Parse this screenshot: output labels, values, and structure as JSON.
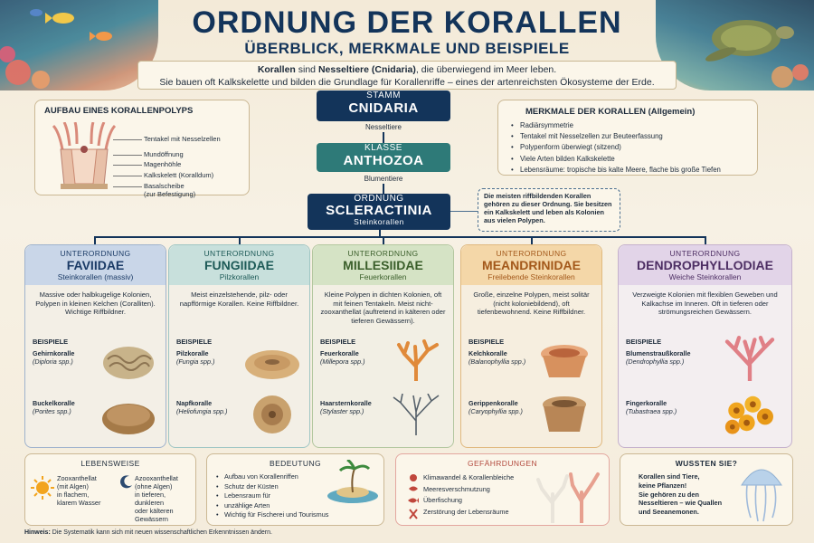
{
  "header": {
    "title": "ORDNUNG DER KORALLEN",
    "subtitle": "ÜBERBLICK, MERKMALE UND BEISPIELE",
    "intro_bold1": "Korallen",
    "intro_mid1": " sind ",
    "intro_bold2": "Nesseltiere (Cnidaria)",
    "intro_rest1": ", die überwiegend im Meer leben.",
    "intro_line2": "Sie bauen oft Kalkskelette und bilden die Grundlage für Korallenriffe – eines der artenreichsten Ökosysteme der Erde."
  },
  "polyp": {
    "title": "AUFBAU EINES KORALLENPOLYPS",
    "labels": [
      "Tentakel mit Nesselzellen",
      "Mundöffnung",
      "Magenhöhle",
      "Kalkskelett (Koralldum)",
      "Basalscheibe",
      "(zur Befestigung)"
    ]
  },
  "taxonomy": {
    "stamm_key": "STAMM",
    "stamm_value": "CNIDARIA",
    "stamm_sub": "Nesseltiere",
    "klasse_key": "KLASSE",
    "klasse_value": "ANTHOZOA",
    "klasse_sub": "Blumentiere",
    "ordnung_key": "ORDNUNG",
    "ordnung_value": "SCLERACTINIA",
    "ordnung_sub": "Steinkorallen"
  },
  "note": "Die meisten riffbildenden Korallen gehören zu dieser Ordnung. Sie besitzen ein Kalkskelett und leben als Kolonien aus vielen Polypen.",
  "merkmale": {
    "title": "MERKMALE DER KORALLEN (Allgemein)",
    "items": [
      "Radiärsymmetrie",
      "Tentakel mit Nesselzellen zur Beuteerfassung",
      "Polypenform überwiegt (sitzend)",
      "Viele Arten bilden Kalkskelette",
      "Lebensräume: tropische bis kalte Meere, flache bis große Tiefen"
    ]
  },
  "families": [
    {
      "key": "UNTERORDNUNG",
      "name": "FAVIIDAE",
      "sub": "Steinkorallen (massiv)",
      "desc": "Massive oder halbkugelige Kolonien, Polypen in kleinen Kelchen (Coralliten). Wichtige Riffbildner.",
      "beispiele": "BEISPIELE",
      "ex1_name": "Gehirnkoralle",
      "ex1_latin": "(Diploria spp.)",
      "ex2_name": "Buckelkoralle",
      "ex2_latin": "(Porites spp.)"
    },
    {
      "key": "UNTERORDNUNG",
      "name": "FUNGIIDAE",
      "sub": "Pilzkorallen",
      "desc": "Meist einzelstehende, pilz- oder napfförmige Korallen. Keine Riffbildner.",
      "beispiele": "BEISPIELE",
      "ex1_name": "Pilzkoralle",
      "ex1_latin": "(Fungia spp.)",
      "ex2_name": "Napfkoralle",
      "ex2_latin": "(Heliofungia spp.)"
    },
    {
      "key": "UNTERORDNUNG",
      "name": "MILLESIIDAE",
      "sub": "Feuerkorallen",
      "desc": "Kleine Polypen in dichten Kolonien, oft mit feinen Tentakeln. Meist nicht-zooxanthellat (auftretend in kälteren oder tieferen Gewässern).",
      "beispiele": "BEISPIELE",
      "ex1_name": "Feuerkoralle",
      "ex1_latin": "(Millepora spp.)",
      "ex2_name": "Haarsternkoralle",
      "ex2_latin": "(Stylaster spp.)"
    },
    {
      "key": "UNTERORDNUNG",
      "name": "MEANDRINIDAE",
      "sub": "Freilebende Steinkorallen",
      "desc": "Große, einzelne Polypen, meist solitär (nicht koloniebildend), oft tiefenbewohnend. Keine Riffbildner.",
      "beispiele": "BEISPIELE",
      "ex1_name": "Kelchkoralle",
      "ex1_latin": "(Balanophyllia spp.)",
      "ex2_name": "Gerippenkoralle",
      "ex2_latin": "(Caryophyllia spp.)"
    },
    {
      "key": "UNTERORDNUNG",
      "name": "DENDROPHYLLODIAE",
      "sub": "Weiche Steinkorallen",
      "desc": "Verzweigte Kolonien mit flexiblen Geweben und Kalkachse im Inneren. Oft in tieferen oder strömungsreichen Gewässern.",
      "beispiele": "BEISPIELE",
      "ex1_name": "Blumenstraußkoralle",
      "ex1_latin": "(Dendrophyllia spp.)",
      "ex2_name": "Fingerkoralle",
      "ex2_latin": "(Tubastraea spp.)"
    }
  ],
  "lebensweise": {
    "title": "LEBENSWEISE",
    "zoo": [
      "Zooxanthellat",
      "(mit Algen)",
      "in flachem,",
      "klarem Wasser"
    ],
    "azoo": [
      "Azooxanthellat",
      "(ohne Algen)",
      "in tieferen, dunkleren",
      "oder kälteren Gewässern"
    ]
  },
  "bedeutung": {
    "title": "BEDEUTUNG",
    "items": [
      "Aufbau von Korallenriffen",
      "Schutz der Küsten",
      "Lebensraum für",
      "unzählige Arten",
      "Wichtig für Fischerei und Tourismus"
    ]
  },
  "gefaehrdungen": {
    "title": "GEFÄHRDUNGEN",
    "items": [
      "Klimawandel & Korallenbleiche",
      "Meeresverschmutzung",
      "Überfischung",
      "Zerstörung der Lebensräume"
    ]
  },
  "wussten": {
    "title": "WUSSTEN SIE?",
    "lines": [
      "Korallen sind Tiere,",
      "keine Pflanzen!",
      "Sie gehören zu den",
      "Nesseltieren – wie Quallen",
      "und Seeanemonen."
    ]
  },
  "hint_label": "Hinweis:",
  "hint_text": " Die Systematik kann sich mit neuen wissenschaftlichen Erkenntnissen ändern.",
  "colors": {
    "navy": "#13345a",
    "teal": "#2e7a78",
    "danger": "#b34a3e"
  }
}
